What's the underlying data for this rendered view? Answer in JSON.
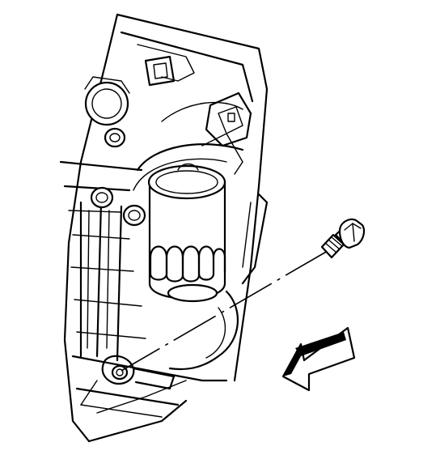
{
  "diagram": {
    "description_visible_text": "",
    "colors": {
      "line": "#000000",
      "background": "#ffffff"
    },
    "parts": {
      "housing": "engine-block-housing",
      "filter": "oil-filter",
      "bolt": "bolt",
      "arrow": "direction-arrow"
    }
  }
}
